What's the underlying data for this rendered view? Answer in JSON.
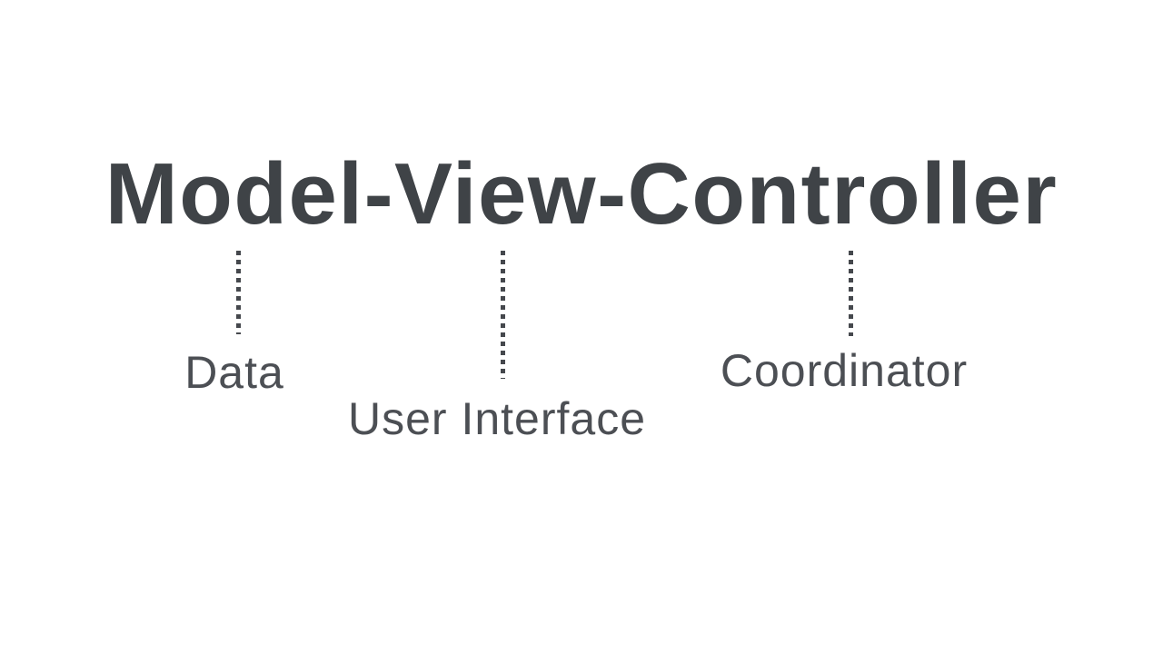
{
  "page": {
    "background_color": "#ffffff",
    "title_color": "#3f4347",
    "label_color": "#4c4f54",
    "connector_color": "#45484d",
    "connector_style": "dotted-vertical"
  },
  "title": {
    "text": "Model-View-Controller"
  },
  "annotations": [
    {
      "term": "Model",
      "label": "Data"
    },
    {
      "term": "View",
      "label": "User Interface"
    },
    {
      "term": "Controller",
      "label": "Coordinator"
    }
  ]
}
